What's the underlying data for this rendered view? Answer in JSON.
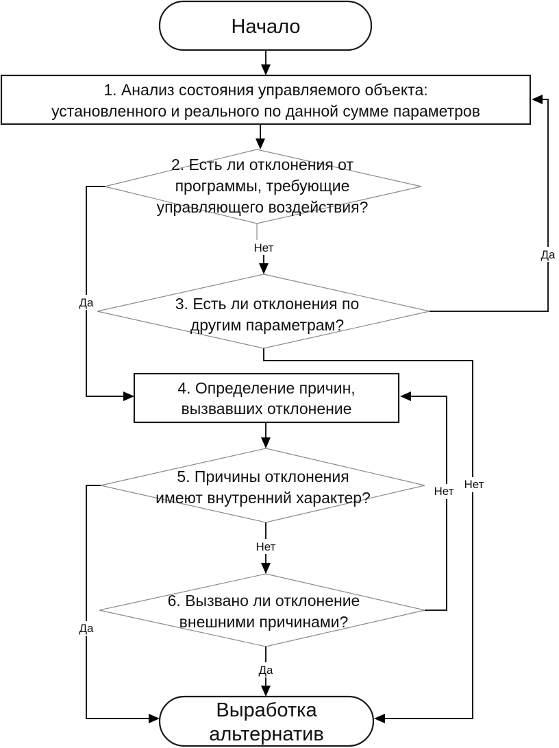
{
  "diagram": {
    "type": "flowchart",
    "language": "ru",
    "nodes": [
      {
        "id": "start",
        "shape": "terminal",
        "lines": [
          "Начало"
        ]
      },
      {
        "id": "n1",
        "shape": "process",
        "lines": [
          "1. Анализ состояния управляемого объекта:",
          "установленного и реального по данной сумме параметров"
        ]
      },
      {
        "id": "n2",
        "shape": "decision",
        "lines": [
          "2. Есть ли отклонения от",
          "программы, требующие",
          "управляющего воздействия?"
        ]
      },
      {
        "id": "n3",
        "shape": "decision",
        "lines": [
          "3. Есть ли отклонения по",
          "другим параметрам?"
        ]
      },
      {
        "id": "n4",
        "shape": "process",
        "lines": [
          "4. Определение причин,",
          "вызвавших отклонение"
        ]
      },
      {
        "id": "n5",
        "shape": "decision",
        "lines": [
          "5. Причины отклонения",
          "имеют внутренний характер?"
        ]
      },
      {
        "id": "n6",
        "shape": "decision",
        "lines": [
          "6. Вызвано ли отклонение",
          "внешними причинами?"
        ]
      },
      {
        "id": "end",
        "shape": "terminal",
        "lines": [
          "Выработка",
          "альтернатив"
        ]
      }
    ],
    "edges": [
      {
        "from": "start",
        "to": "n1",
        "label": ""
      },
      {
        "from": "n1",
        "to": "n2",
        "label": ""
      },
      {
        "from": "n2",
        "to": "n3",
        "label": "Нет"
      },
      {
        "from": "n2",
        "to": "n4",
        "label": "Да"
      },
      {
        "from": "n3",
        "to": "n1",
        "label": "Да"
      },
      {
        "from": "n3",
        "to": "end",
        "label": "Нет"
      },
      {
        "from": "n4",
        "to": "n5",
        "label": ""
      },
      {
        "from": "n5",
        "to": "n6",
        "label": "Нет"
      },
      {
        "from": "n5",
        "to": "end",
        "label": "Да"
      },
      {
        "from": "n6",
        "to": "n4",
        "label": "Нет"
      },
      {
        "from": "n6",
        "to": "end",
        "label": "Да"
      }
    ]
  }
}
